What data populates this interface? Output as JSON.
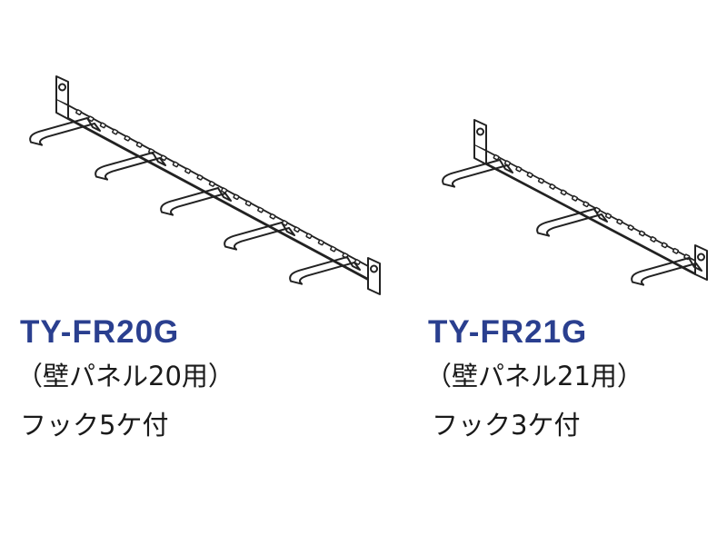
{
  "products": [
    {
      "model": "TY-FR20G",
      "desc_line1": "（壁パネル20用）",
      "desc_line2": "フック5ケ付",
      "hook_count": 5
    },
    {
      "model": "TY-FR21G",
      "desc_line1": "（壁パネル21用）",
      "desc_line2": "フック3ケ付",
      "hook_count": 3
    }
  ],
  "colors": {
    "model_text": "#2a3f8f",
    "line_art": "#222222"
  }
}
